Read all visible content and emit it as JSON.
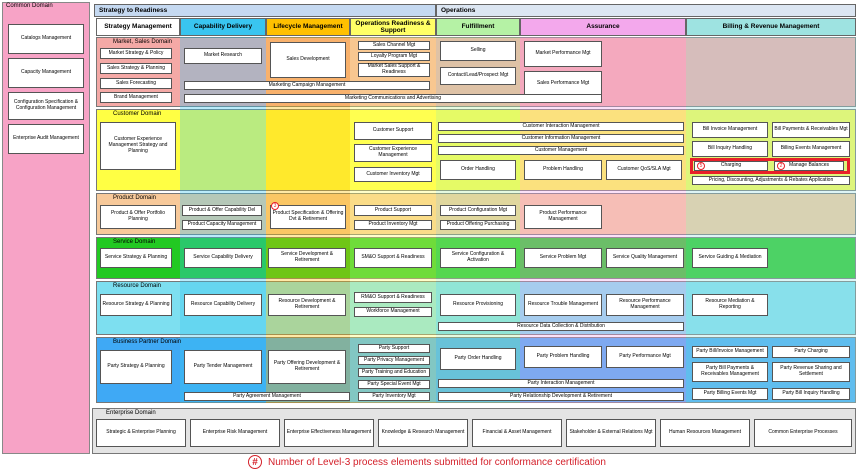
{
  "common": {
    "title": "Common Domain",
    "items": [
      "Catalogs Management",
      "Capacity Management",
      "Configuration Specification & Configuration Management",
      "Enterprise Audit Management"
    ]
  },
  "top": {
    "str": "Strategy to Readiness",
    "ops": "Operations"
  },
  "columns": [
    "Strategy Management",
    "Capability Delivery",
    "Lifecycle Management",
    "Operations Readiness & Support",
    "Fulfillment",
    "Assurance",
    "Billing & Revenue Management"
  ],
  "domains": {
    "market": "Market, Sales Domain",
    "customer": "Customer Domain",
    "product": "Product Domain",
    "service": "Service Domain",
    "resource": "Resource Domain",
    "party": "Business Partner Domain",
    "enterprise": "Enterprise Domain"
  },
  "market": {
    "sm": [
      "Market Strategy & Policy",
      "Sales Strategy & Planning",
      "Sales Forecasting",
      "Brand Management"
    ],
    "cd": "Market Research",
    "lm": "Sales Development",
    "ors": [
      "Sales Channel Mgt",
      "Loyalty Program Mgt",
      "Market Sales Support & Readiness"
    ],
    "ful": [
      "Selling",
      "Contact/Lead/Prospect Mgt"
    ],
    "asr": [
      "Market Performance Mgt",
      "Sales Performance Mgt"
    ],
    "campaign": "Marketing Campaign Management",
    "comms": "Marketing Communications and Advertising"
  },
  "customer": {
    "sm": "Customer Experience Management Strategy and Planning",
    "ors": [
      "Customer Support",
      "Customer Experience Management",
      "Customer Inventory Mgt"
    ],
    "interaction": "Customer Interaction Management",
    "information": "Customer Information Management",
    "management": "Customer Management",
    "ful": "Order Handling",
    "asr": [
      "Problem Handling",
      "Customer QoS/SLA Mgt"
    ],
    "brm": [
      "Bill Invoice Management",
      "Bill Payments & Receivables Mgt",
      "Bill Inquiry Handling",
      "Billing Events Management",
      "Charging",
      "Manage Balances"
    ],
    "pricing": "Pricing, Discounting, Adjustments & Rebates Application",
    "charging_count": "5",
    "balances_count": "2"
  },
  "product": {
    "sm": "Product & Offer Portfolio Planning",
    "cd": [
      "Product & Offer Capability Del",
      "Product Capacity Management"
    ],
    "lm": "Product Specification & Offering Dvt & Retirement",
    "lm_count": "3",
    "ors": [
      "Product Support",
      "Product Inventory Mgt"
    ],
    "ful": [
      "Product Configuration Mgt",
      "Product Offering Purchasing"
    ],
    "asr": "Product Performance Management"
  },
  "service": {
    "items": [
      "Service Strategy & Planning",
      "Service Capability Delivery",
      "Service Development & Retirement",
      "SM&O Support & Readiness",
      "Service Configuration & Activation",
      "Service Problem Mgt",
      "Service Quality Management",
      "Service Guiding & Mediation"
    ]
  },
  "resource": {
    "sm": "Resource Strategy & Planning",
    "cd": "Resource Capability Delivery",
    "lm": "Resource Development & Retirement",
    "ors": [
      "RM&O Support & Readiness",
      "Workforce Management"
    ],
    "ful": "Resource Provisioning",
    "asr": [
      "Resource Trouble Management",
      "Resource Performance Management"
    ],
    "brm": "Resource Mediation & Reporting",
    "collection": "Resource Data Collection & Distribution"
  },
  "party": {
    "sm": "Party Strategy & Planning",
    "cd": "Party Tender Management",
    "lm": "Party Offering Development & Retirement",
    "ors": [
      "Party Support",
      "Party Privacy Management",
      "Party Training and Education",
      "Party Special Event Mgt",
      "Party Inventory Mgt"
    ],
    "ful": "Party Order Handling",
    "asr": [
      "Party Problem Handling",
      "Party Performance Mgt"
    ],
    "brm": [
      "Party Bill/Invoice Management",
      "Party Charging",
      "Party Bill Payments & Receivables Management",
      "Party Revenue Sharing and Settlement",
      "Party Billing Events Mgt",
      "Party Bill Inquiry Handling"
    ],
    "agreement": "Party Agreement Management",
    "interaction": "Party Interaction Management",
    "relationship": "Party Relationship Development & Retirement"
  },
  "enterprise": {
    "items": [
      "Strategic & Enterprise Planning",
      "Enterprise Risk Management",
      "Enterprise Effectiveness Management",
      "Knowledge & Research Management",
      "Financial & Asset Management",
      "Stakeholder & External Relations Mgt",
      "Human Resources Management",
      "Common Enterprise Processes"
    ]
  },
  "legend": {
    "symbol": "#",
    "text": "Number of Level-3 process elements submitted for conformance certification"
  },
  "colors": {
    "common": "#f7a3c6",
    "str_hdr": "#c5d9f1",
    "ops_hdr": "#dce6f2",
    "sm": "#ffffff",
    "cd": "#39c5f0",
    "lm": "#ffc000",
    "ors": "#ffff66",
    "ful": "#b5f2a5",
    "asr": "#f3a8ec",
    "brm": "#9ee3e1",
    "market": "#f4a9a6",
    "customer": "#ffff44",
    "product": "#f7c99a",
    "service": "#22c922",
    "resource": "#7ddff0",
    "party": "#3fa9f5",
    "red": "#e8202a"
  }
}
